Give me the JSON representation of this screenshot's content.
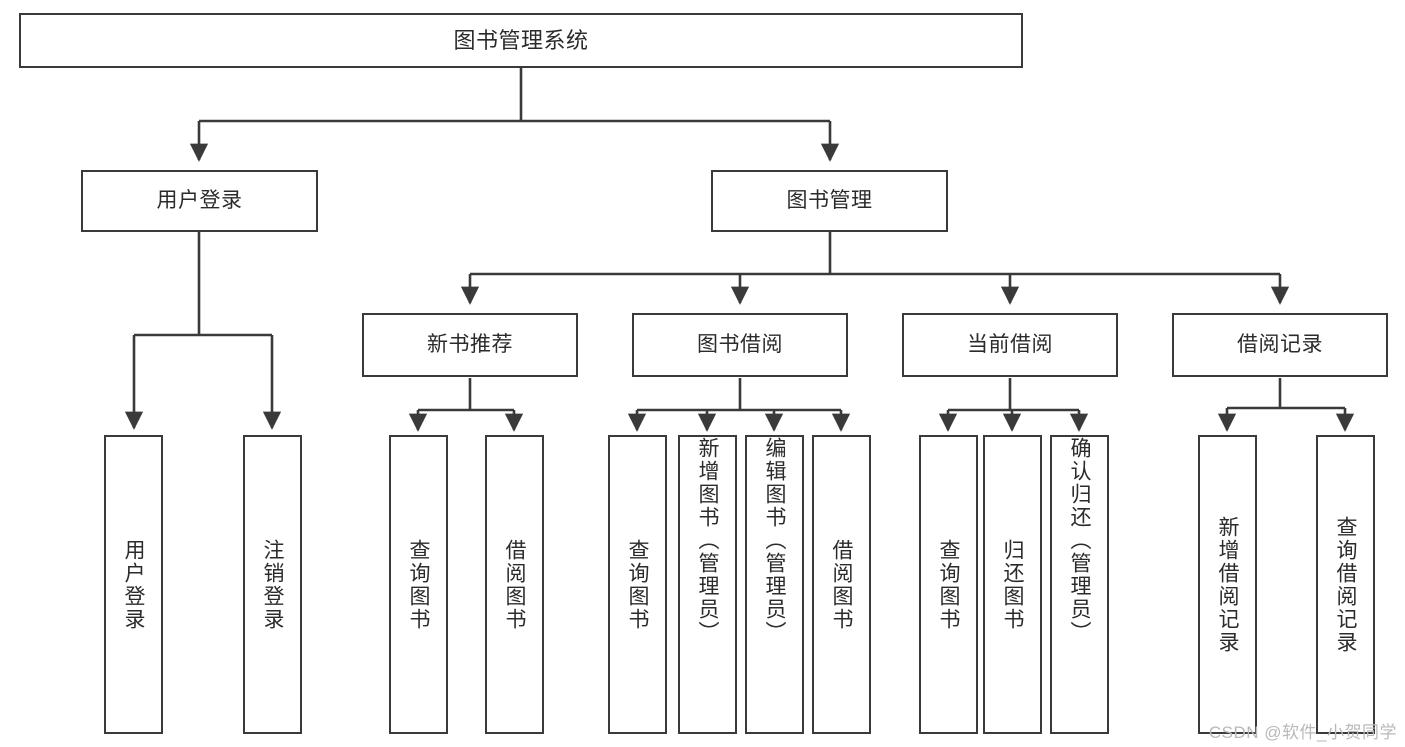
{
  "diagram": {
    "type": "tree-hierarchy-chart",
    "title": "图书管理系统",
    "orientation": "top-down",
    "line_color": "#3a3a3a",
    "box_fill": "#ffffff",
    "text_color": "#2b2b2b",
    "watermark": "CSDN @软件_小贺同学"
  },
  "nodes": {
    "root": {
      "label": "图书管理系统"
    },
    "level1": [
      {
        "label": "用户登录"
      },
      {
        "label": "图书管理"
      }
    ],
    "level2": [
      {
        "label": "新书推荐"
      },
      {
        "label": "图书借阅"
      },
      {
        "label": "当前借阅"
      },
      {
        "label": "借阅记录"
      }
    ],
    "leaves": {
      "user_login": [
        {
          "label": "用户登录"
        },
        {
          "label": "注销登录"
        }
      ],
      "new_book_recommend": [
        {
          "label": "查询图书"
        },
        {
          "label": "借阅图书"
        }
      ],
      "book_borrow": [
        {
          "label": "查询图书"
        },
        {
          "label": "新增图书（管理员）"
        },
        {
          "label": "编辑图书（管理员）"
        },
        {
          "label": "借阅图书"
        }
      ],
      "current_borrow": [
        {
          "label": "查询图书"
        },
        {
          "label": "归还图书"
        },
        {
          "label": "确认归还（管理员）"
        }
      ],
      "borrow_record": [
        {
          "label": "新增借阅记录"
        },
        {
          "label": "查询借阅记录"
        }
      ]
    }
  }
}
